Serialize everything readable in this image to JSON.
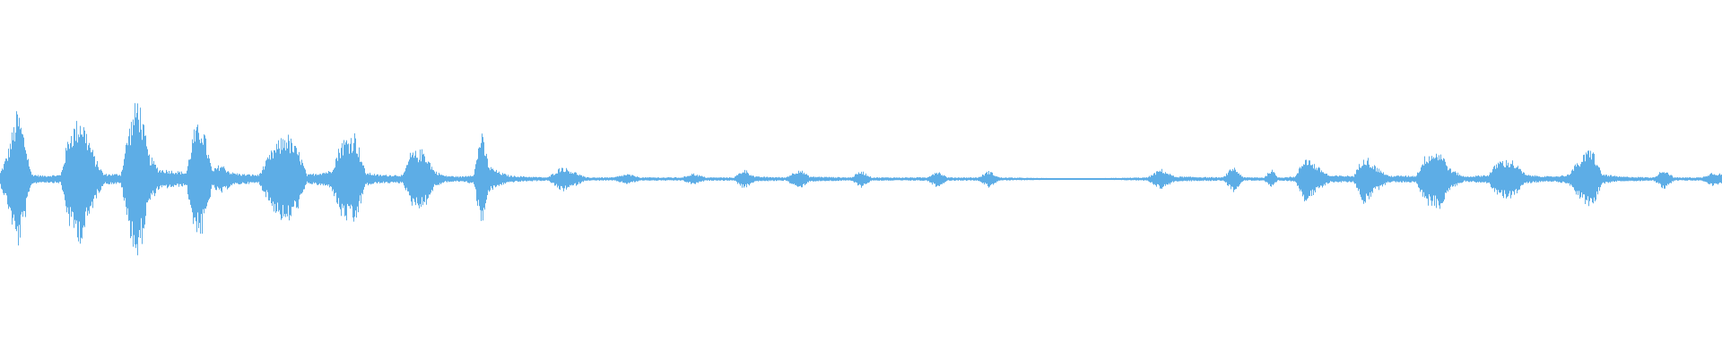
{
  "waveform": {
    "color": "#5dade6",
    "background": "#ffffff",
    "icon": "audio-waveform",
    "envelope": [
      [
        0.0,
        0.08
      ],
      [
        0.004,
        0.3
      ],
      [
        0.01,
        0.82
      ],
      [
        0.014,
        0.5
      ],
      [
        0.018,
        0.06
      ],
      [
        0.024,
        0.04
      ],
      [
        0.035,
        0.05
      ],
      [
        0.04,
        0.55
      ],
      [
        0.047,
        0.75
      ],
      [
        0.055,
        0.25
      ],
      [
        0.06,
        0.06
      ],
      [
        0.07,
        0.06
      ],
      [
        0.074,
        0.55
      ],
      [
        0.08,
        1.0
      ],
      [
        0.086,
        0.3
      ],
      [
        0.092,
        0.12
      ],
      [
        0.1,
        0.1
      ],
      [
        0.108,
        0.08
      ],
      [
        0.112,
        0.55
      ],
      [
        0.117,
        0.68
      ],
      [
        0.123,
        0.1
      ],
      [
        0.128,
        0.18
      ],
      [
        0.134,
        0.08
      ],
      [
        0.14,
        0.06
      ],
      [
        0.15,
        0.05
      ],
      [
        0.158,
        0.35
      ],
      [
        0.166,
        0.55
      ],
      [
        0.174,
        0.3
      ],
      [
        0.178,
        0.05
      ],
      [
        0.186,
        0.08
      ],
      [
        0.192,
        0.1
      ],
      [
        0.198,
        0.45
      ],
      [
        0.206,
        0.55
      ],
      [
        0.212,
        0.08
      ],
      [
        0.22,
        0.05
      ],
      [
        0.234,
        0.05
      ],
      [
        0.238,
        0.3
      ],
      [
        0.246,
        0.35
      ],
      [
        0.252,
        0.1
      ],
      [
        0.258,
        0.04
      ],
      [
        0.268,
        0.03
      ],
      [
        0.275,
        0.06
      ],
      [
        0.279,
        0.58
      ],
      [
        0.284,
        0.15
      ],
      [
        0.29,
        0.08
      ],
      [
        0.296,
        0.04
      ],
      [
        0.305,
        0.03
      ],
      [
        0.318,
        0.02
      ],
      [
        0.326,
        0.15
      ],
      [
        0.334,
        0.08
      ],
      [
        0.34,
        0.02
      ],
      [
        0.356,
        0.02
      ],
      [
        0.364,
        0.06
      ],
      [
        0.372,
        0.02
      ],
      [
        0.396,
        0.02
      ],
      [
        0.402,
        0.07
      ],
      [
        0.41,
        0.02
      ],
      [
        0.426,
        0.02
      ],
      [
        0.432,
        0.12
      ],
      [
        0.438,
        0.03
      ],
      [
        0.456,
        0.02
      ],
      [
        0.464,
        0.12
      ],
      [
        0.47,
        0.03
      ],
      [
        0.494,
        0.02
      ],
      [
        0.5,
        0.1
      ],
      [
        0.506,
        0.02
      ],
      [
        0.538,
        0.02
      ],
      [
        0.544,
        0.1
      ],
      [
        0.55,
        0.02
      ],
      [
        0.568,
        0.02
      ],
      [
        0.574,
        0.1
      ],
      [
        0.58,
        0.02
      ],
      [
        0.61,
        0.01
      ],
      [
        0.64,
        0.01
      ],
      [
        0.666,
        0.02
      ],
      [
        0.674,
        0.12
      ],
      [
        0.682,
        0.03
      ],
      [
        0.71,
        0.02
      ],
      [
        0.716,
        0.15
      ],
      [
        0.722,
        0.02
      ],
      [
        0.734,
        0.02
      ],
      [
        0.738,
        0.12
      ],
      [
        0.742,
        0.02
      ],
      [
        0.752,
        0.03
      ],
      [
        0.758,
        0.28
      ],
      [
        0.764,
        0.16
      ],
      [
        0.772,
        0.04
      ],
      [
        0.786,
        0.04
      ],
      [
        0.792,
        0.3
      ],
      [
        0.798,
        0.16
      ],
      [
        0.806,
        0.04
      ],
      [
        0.822,
        0.04
      ],
      [
        0.828,
        0.3
      ],
      [
        0.836,
        0.34
      ],
      [
        0.842,
        0.12
      ],
      [
        0.85,
        0.03
      ],
      [
        0.864,
        0.05
      ],
      [
        0.87,
        0.22
      ],
      [
        0.878,
        0.22
      ],
      [
        0.886,
        0.05
      ],
      [
        0.9,
        0.03
      ],
      [
        0.91,
        0.05
      ],
      [
        0.916,
        0.2
      ],
      [
        0.924,
        0.38
      ],
      [
        0.93,
        0.06
      ],
      [
        0.94,
        0.03
      ],
      [
        0.96,
        0.02
      ],
      [
        0.966,
        0.12
      ],
      [
        0.972,
        0.02
      ],
      [
        0.988,
        0.02
      ],
      [
        0.994,
        0.08
      ],
      [
        1.0,
        0.06
      ]
    ]
  }
}
